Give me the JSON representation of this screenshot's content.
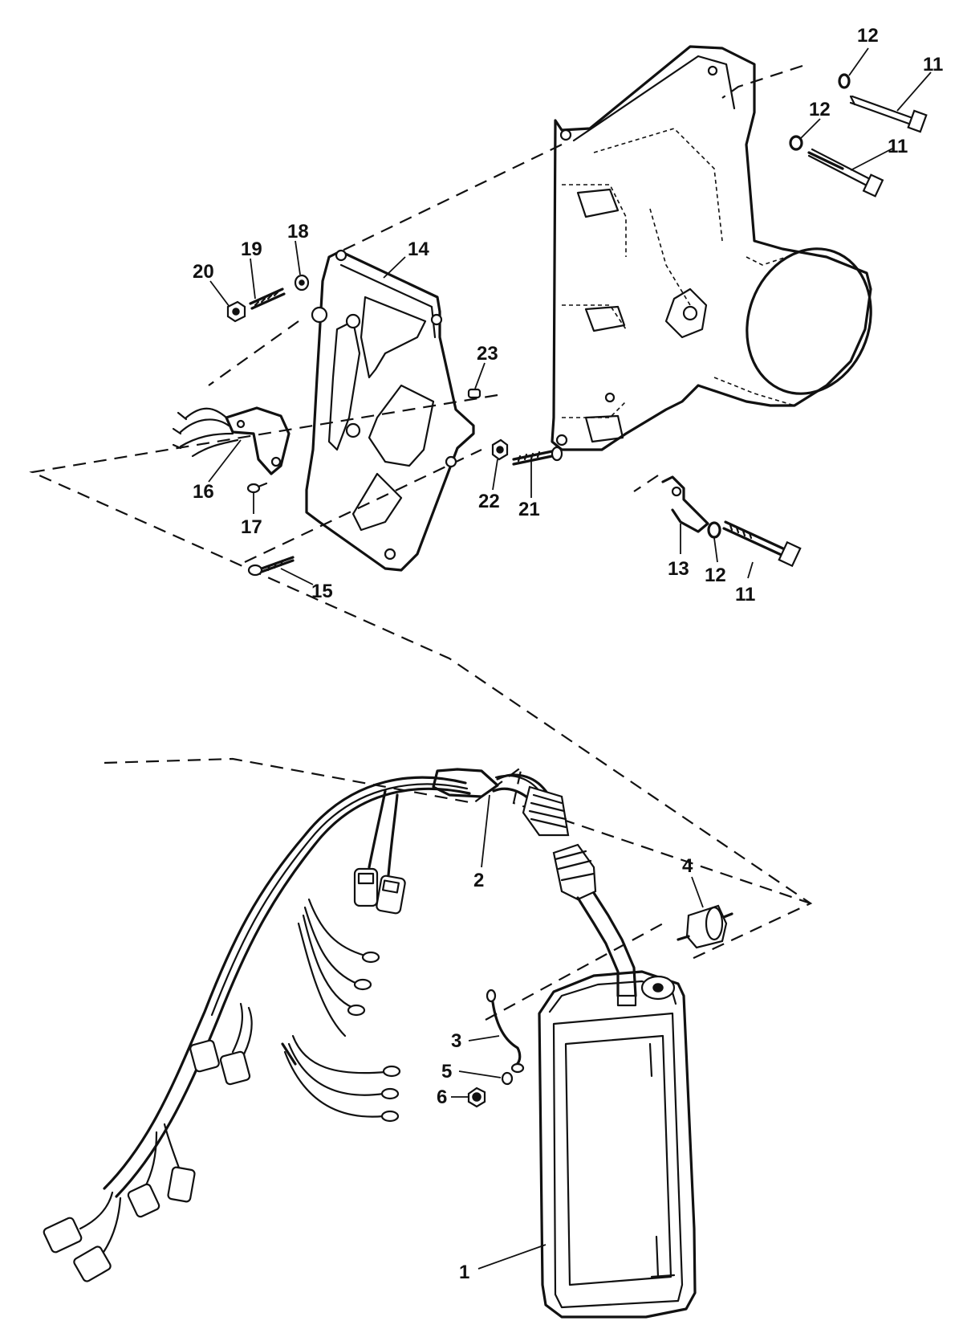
{
  "callouts": [
    {
      "id": "c12a",
      "label": "12"
    },
    {
      "id": "c11a",
      "label": "11"
    },
    {
      "id": "c12b",
      "label": "12"
    },
    {
      "id": "c11b",
      "label": "11"
    },
    {
      "id": "c18",
      "label": "18"
    },
    {
      "id": "c19",
      "label": "19"
    },
    {
      "id": "c20",
      "label": "20"
    },
    {
      "id": "c14",
      "label": "14"
    },
    {
      "id": "c23",
      "label": "23"
    },
    {
      "id": "c16",
      "label": "16"
    },
    {
      "id": "c17",
      "label": "17"
    },
    {
      "id": "c22",
      "label": "22"
    },
    {
      "id": "c21",
      "label": "21"
    },
    {
      "id": "c15",
      "label": "15"
    },
    {
      "id": "c13",
      "label": "13"
    },
    {
      "id": "c12c",
      "label": "12"
    },
    {
      "id": "c11c",
      "label": "11"
    },
    {
      "id": "c2",
      "label": "2"
    },
    {
      "id": "c4",
      "label": "4"
    },
    {
      "id": "c3",
      "label": "3"
    },
    {
      "id": "c5",
      "label": "5"
    },
    {
      "id": "c6",
      "label": "6"
    },
    {
      "id": "c1",
      "label": "1"
    }
  ]
}
